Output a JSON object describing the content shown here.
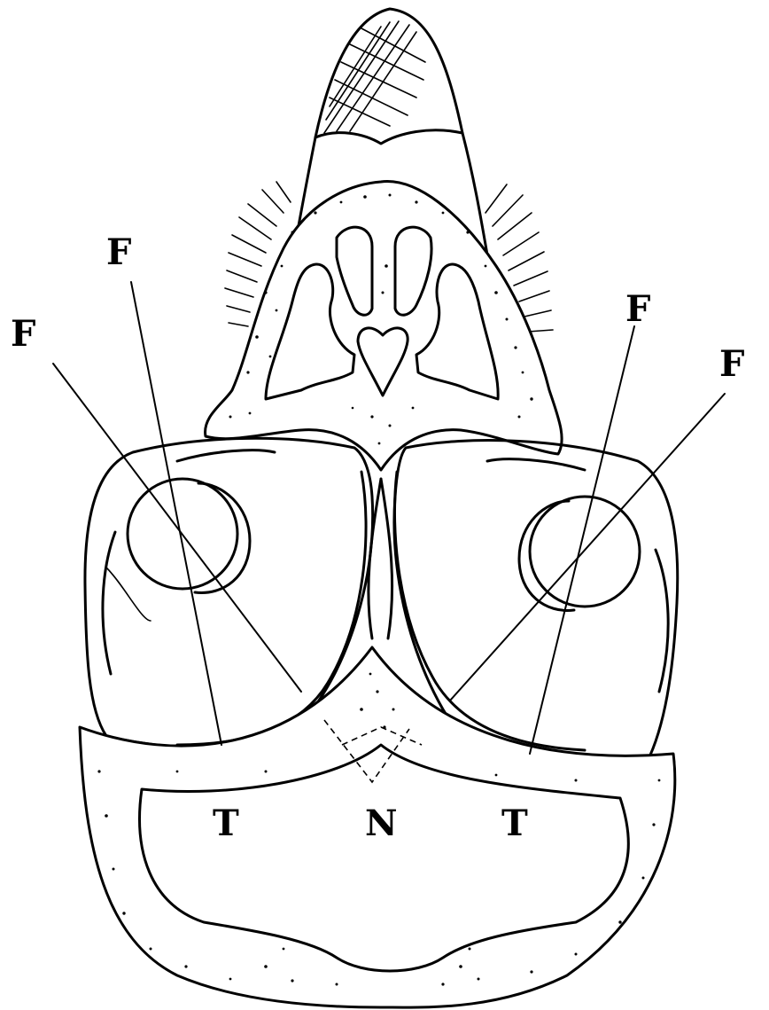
{
  "figure": {
    "labels": {
      "f_upper_left": "F",
      "f_outer_left": "F",
      "f_upper_right": "F",
      "f_outer_right": "F",
      "t_left": "T",
      "n_center": "N",
      "t_right": "T"
    },
    "colors": {
      "ink": "#000000",
      "paper": "#ffffff"
    }
  }
}
